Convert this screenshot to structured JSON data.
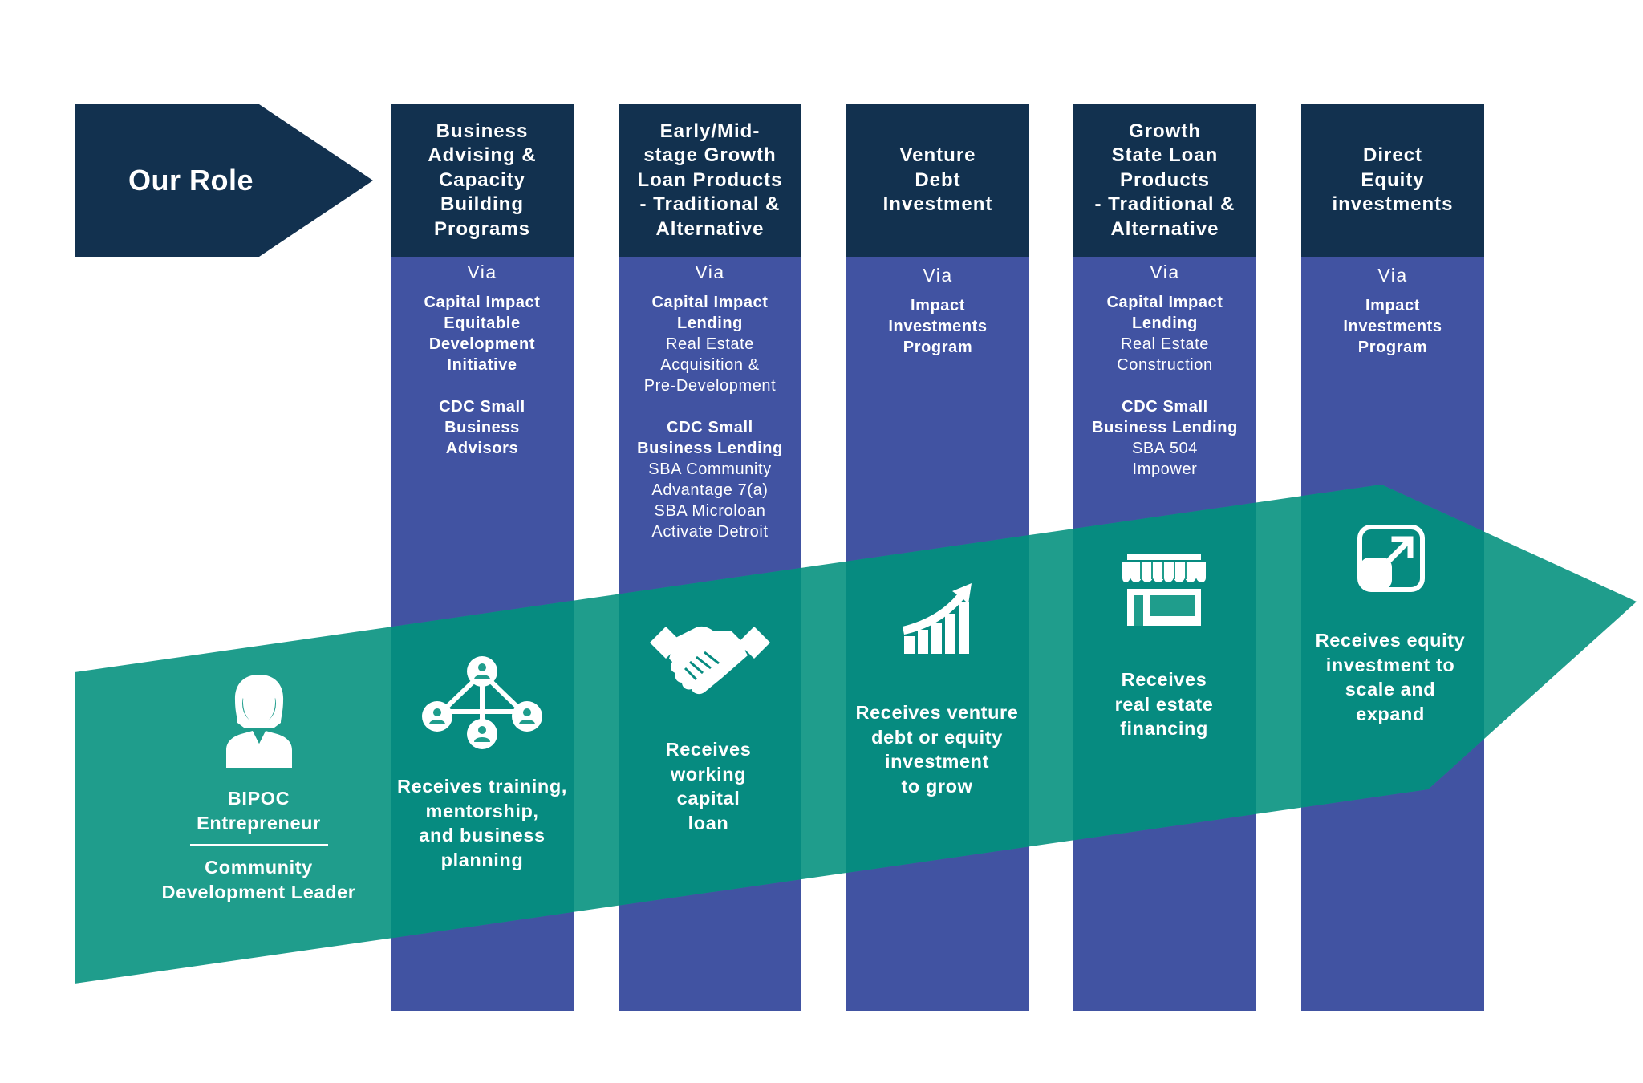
{
  "role_label": "Our Role",
  "colors": {
    "navy": "#12314f",
    "purple": "#4153a2",
    "teal_light": "#1f9d8c",
    "teal_dark": "#068b80",
    "white": "#ffffff"
  },
  "entrepreneur": {
    "icon": "entrepreneur-person-icon",
    "label_primary": "BIPOC\nEntrepreneur",
    "label_secondary": "Community\nDevelopment Leader"
  },
  "columns": [
    {
      "header": "Business\nAdvising &\nCapacity\nBuilding\nPrograms",
      "via_word": "Via",
      "via_lines": [
        {
          "text": "Capital Impact",
          "bold": true
        },
        {
          "text": "Equitable",
          "bold": true
        },
        {
          "text": "Development",
          "bold": true
        },
        {
          "text": "Initiative",
          "bold": true
        },
        {
          "text": "",
          "bold": false
        },
        {
          "text": "CDC Small",
          "bold": true
        },
        {
          "text": "Business",
          "bold": true
        },
        {
          "text": "Advisors",
          "bold": true
        }
      ],
      "icon": "network-people-icon",
      "stage_text": "Receives training,\nmentorship,\nand business\nplanning"
    },
    {
      "header": "Early/Mid-\nstage Growth\nLoan Products\n- Traditional &\nAlternative",
      "via_word": "Via",
      "via_lines": [
        {
          "text": "Capital Impact",
          "bold": true
        },
        {
          "text": "Lending",
          "bold": true
        },
        {
          "text": "Real Estate",
          "bold": false
        },
        {
          "text": "Acquisition &",
          "bold": false
        },
        {
          "text": "Pre-Development",
          "bold": false
        },
        {
          "text": "",
          "bold": false
        },
        {
          "text": "CDC Small",
          "bold": true
        },
        {
          "text": "Business Lending",
          "bold": true
        },
        {
          "text": "SBA Community",
          "bold": false
        },
        {
          "text": "Advantage 7(a)",
          "bold": false
        },
        {
          "text": "SBA Microloan",
          "bold": false
        },
        {
          "text": "Activate Detroit",
          "bold": false
        }
      ],
      "icon": "handshake-icon",
      "stage_text": "Receives\nworking\ncapital\nloan"
    },
    {
      "header": "Venture\nDebt\nInvestment",
      "via_word": "Via",
      "via_lines": [
        {
          "text": "Impact",
          "bold": true
        },
        {
          "text": "Investments",
          "bold": true
        },
        {
          "text": "Program",
          "bold": true
        }
      ],
      "icon": "growth-chart-icon",
      "stage_text": "Receives venture\ndebt or equity\ninvestment\nto grow"
    },
    {
      "header": "Growth\nState Loan\nProducts\n- Traditional &\nAlternative",
      "via_word": "Via",
      "via_lines": [
        {
          "text": "Capital Impact",
          "bold": true
        },
        {
          "text": "Lending",
          "bold": true
        },
        {
          "text": "Real Estate",
          "bold": false
        },
        {
          "text": "Construction",
          "bold": false
        },
        {
          "text": "",
          "bold": false
        },
        {
          "text": "CDC Small",
          "bold": true
        },
        {
          "text": "Business Lending",
          "bold": true
        },
        {
          "text": "SBA 504",
          "bold": false
        },
        {
          "text": "Impower",
          "bold": false
        }
      ],
      "icon": "storefront-icon",
      "stage_text": "Receives\nreal estate\nfinancing"
    },
    {
      "header": "Direct\nEquity\ninvestments",
      "via_word": "Via",
      "via_lines": [
        {
          "text": "Impact",
          "bold": true
        },
        {
          "text": "Investments",
          "bold": true
        },
        {
          "text": "Program",
          "bold": true
        }
      ],
      "icon": "scale-expand-icon",
      "stage_text": "Receives equity\ninvestment to\nscale and\nexpand"
    }
  ]
}
